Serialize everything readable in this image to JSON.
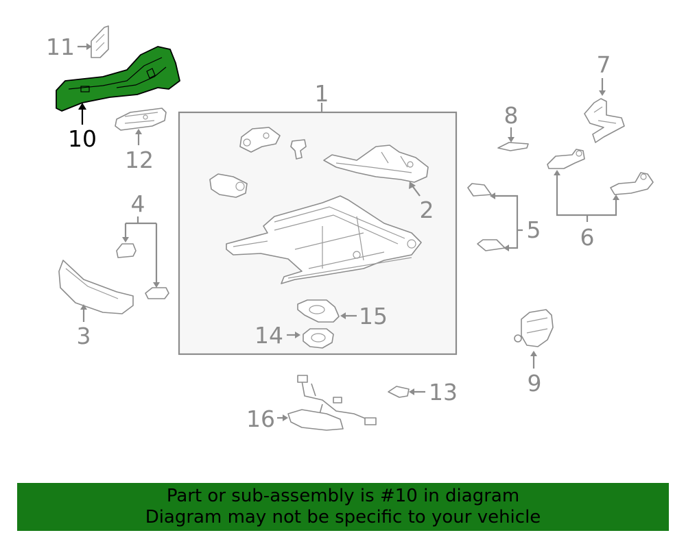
{
  "diagram": {
    "highlighted_part": "10",
    "callouts": {
      "c1": "1",
      "c2": "2",
      "c3": "3",
      "c4": "4",
      "c5": "5",
      "c6": "6",
      "c7": "7",
      "c8": "8",
      "c9": "9",
      "c10": "10",
      "c11": "11",
      "c12": "12",
      "c13": "13",
      "c14": "14",
      "c15": "15",
      "c16": "16"
    },
    "colors": {
      "highlight_fill": "#1f8a1f",
      "outline": "#8c8c8c",
      "box_fill": "#f7f7f7",
      "banner": "#167a16"
    }
  },
  "banner": {
    "line1": "Part or sub-assembly is #10 in diagram",
    "line2": "Diagram may not be specific to your vehicle"
  }
}
